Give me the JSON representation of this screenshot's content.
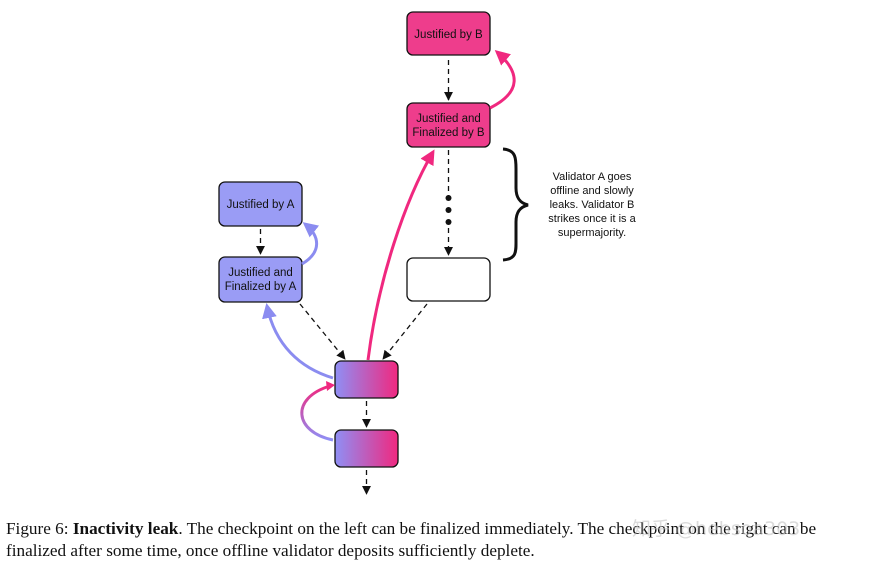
{
  "nodes": {
    "justified_b": "Justified by B",
    "finalized_b_line1": "Justified and",
    "finalized_b_line2": "Finalized by B",
    "justified_a": "Justified by A",
    "finalized_a_line1": "Justified and",
    "finalized_a_line2": "Finalized by A"
  },
  "annotation": {
    "line1": "Validator A goes",
    "line2": "offline and slowly",
    "line3": "leaks. Validator B",
    "line4": "strikes once it is a",
    "line5": "supermajority."
  },
  "caption": {
    "prefix": "Figure 6: ",
    "title": "Inactivity leak",
    "body": ". The checkpoint on the left can be finalized immediately. The checkpoint on the right can be finalized after some time, once offline validator deposits sufficiently deplete."
  },
  "watermark": "知乎 @hebsoa303",
  "colors": {
    "pink": "#f0287f",
    "pink_fill": "#ee3d8c",
    "blue": "#8b8cf0",
    "blue_fill": "#9a9cf5"
  }
}
